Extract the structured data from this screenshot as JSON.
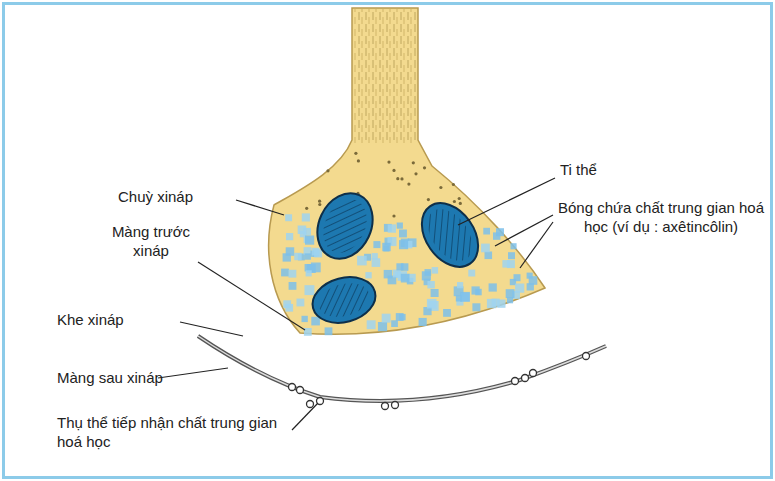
{
  "diagram": {
    "labels": [
      "Chuỳ xináp",
      "Màng trước xináp",
      "Khe xináp",
      "Màng sau xináp",
      "Thụ thể tiếp nhận chất trung gian hoá học",
      "Ti thể",
      "Bóng chứa chất trung gian hoá học (ví dụ : axêtincôlin)"
    ]
  }
}
